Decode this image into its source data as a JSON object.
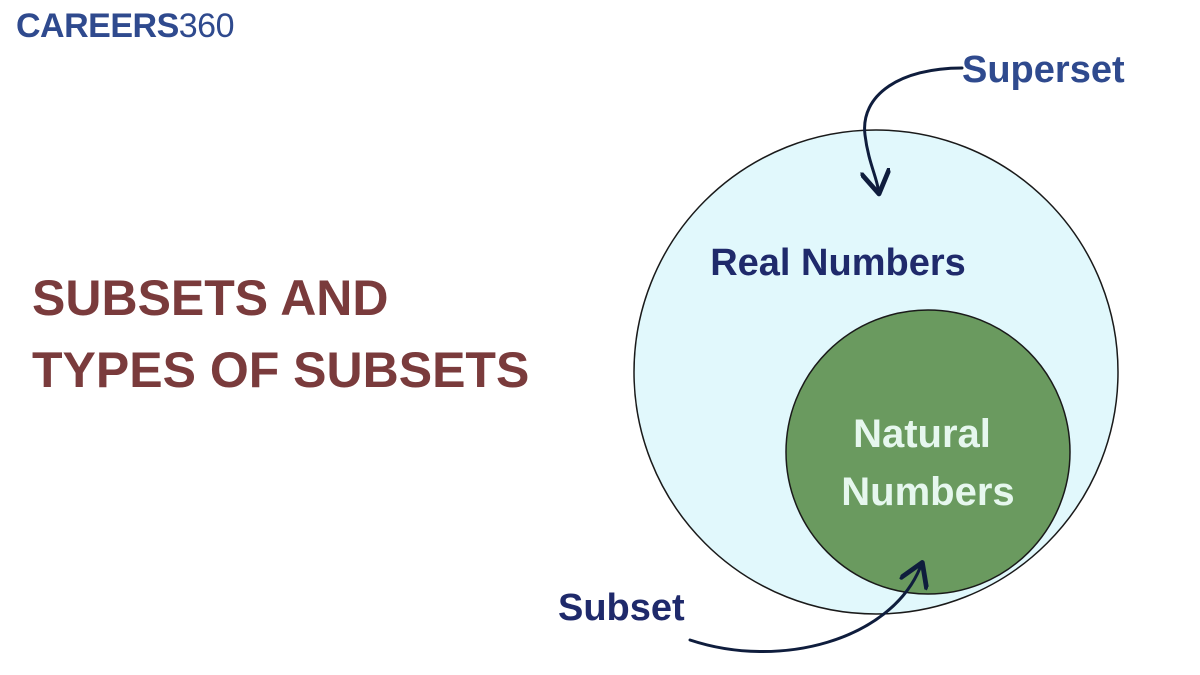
{
  "logo": {
    "word": "CAREERS",
    "number": "360"
  },
  "title": {
    "line1": "SUBSETS AND",
    "line2": "TYPES OF SUBSETS"
  },
  "diagram": {
    "outer_set_label": "Real Numbers",
    "inner_set_label_line1": "Natural",
    "inner_set_label_line2": "Numbers",
    "superset_label": "Superset",
    "subset_label": "Subset"
  },
  "colors": {
    "brand": "#2f4a8e",
    "title": "#7a3b3c",
    "outer_fill": "#e1f8fc",
    "inner_fill": "#6a9a5f",
    "inner_text": "#e6f7ee",
    "label_dark": "#1f2a6b"
  }
}
